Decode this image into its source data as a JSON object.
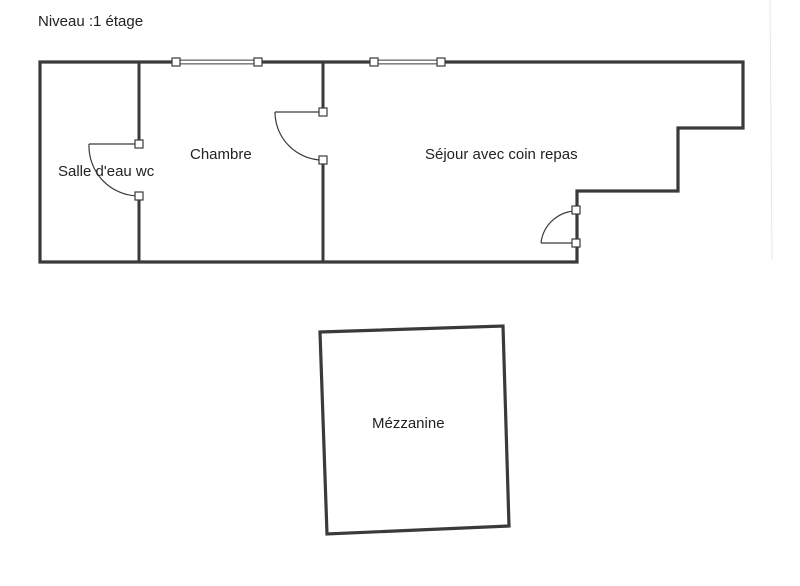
{
  "plan": {
    "level_label": "Niveau :1 étage",
    "rooms": {
      "bathroom": "Salle d'eau wc",
      "bedroom": "Chambre",
      "living": "Séjour avec coin repas",
      "mezzanine": "Mézzanine"
    }
  }
}
